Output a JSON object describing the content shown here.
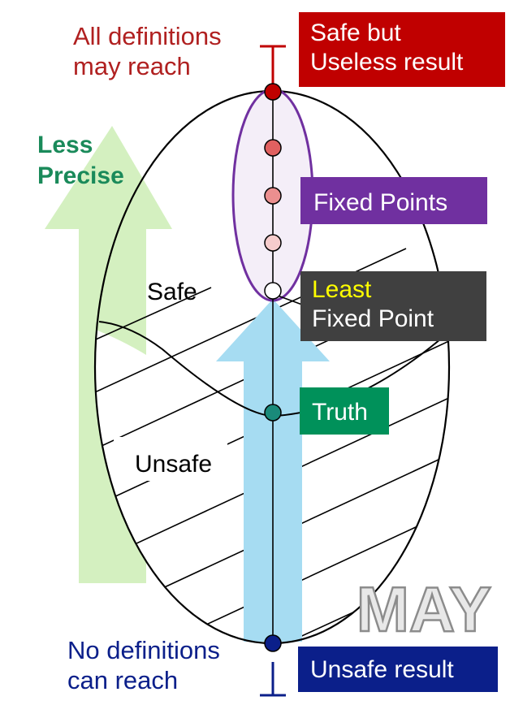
{
  "top_label": [
    "All definitions",
    "may reach"
  ],
  "bottom_label": [
    "No definitions",
    "can reach"
  ],
  "less_precise_label": [
    "Less",
    "Precise"
  ],
  "safe_label": "Safe",
  "unsafe_label": "Unsafe",
  "boxes": {
    "safe_useless": [
      "Safe but",
      "Useless result"
    ],
    "fixed_points": "Fixed Points",
    "least_fixed_point": {
      "line1": "Least",
      "line2": "Fixed Point"
    },
    "truth": "Truth",
    "unsafe_result": "Unsafe result"
  },
  "watermark": "MAY",
  "lattice_symbols": {
    "top": "⊤",
    "bottom": "⊥"
  },
  "colors": {
    "dark_red": "#c00000",
    "red_text": "#b02020",
    "purple": "#7030a0",
    "dark_gray": "#404040",
    "yellow": "#ffff00",
    "green": "#00915a",
    "green_text": "#1a8a5a",
    "navy": "#0b1f8a",
    "light_green_arrow": "#d4f0c0",
    "light_blue_arrow": "#a6dcf2"
  }
}
